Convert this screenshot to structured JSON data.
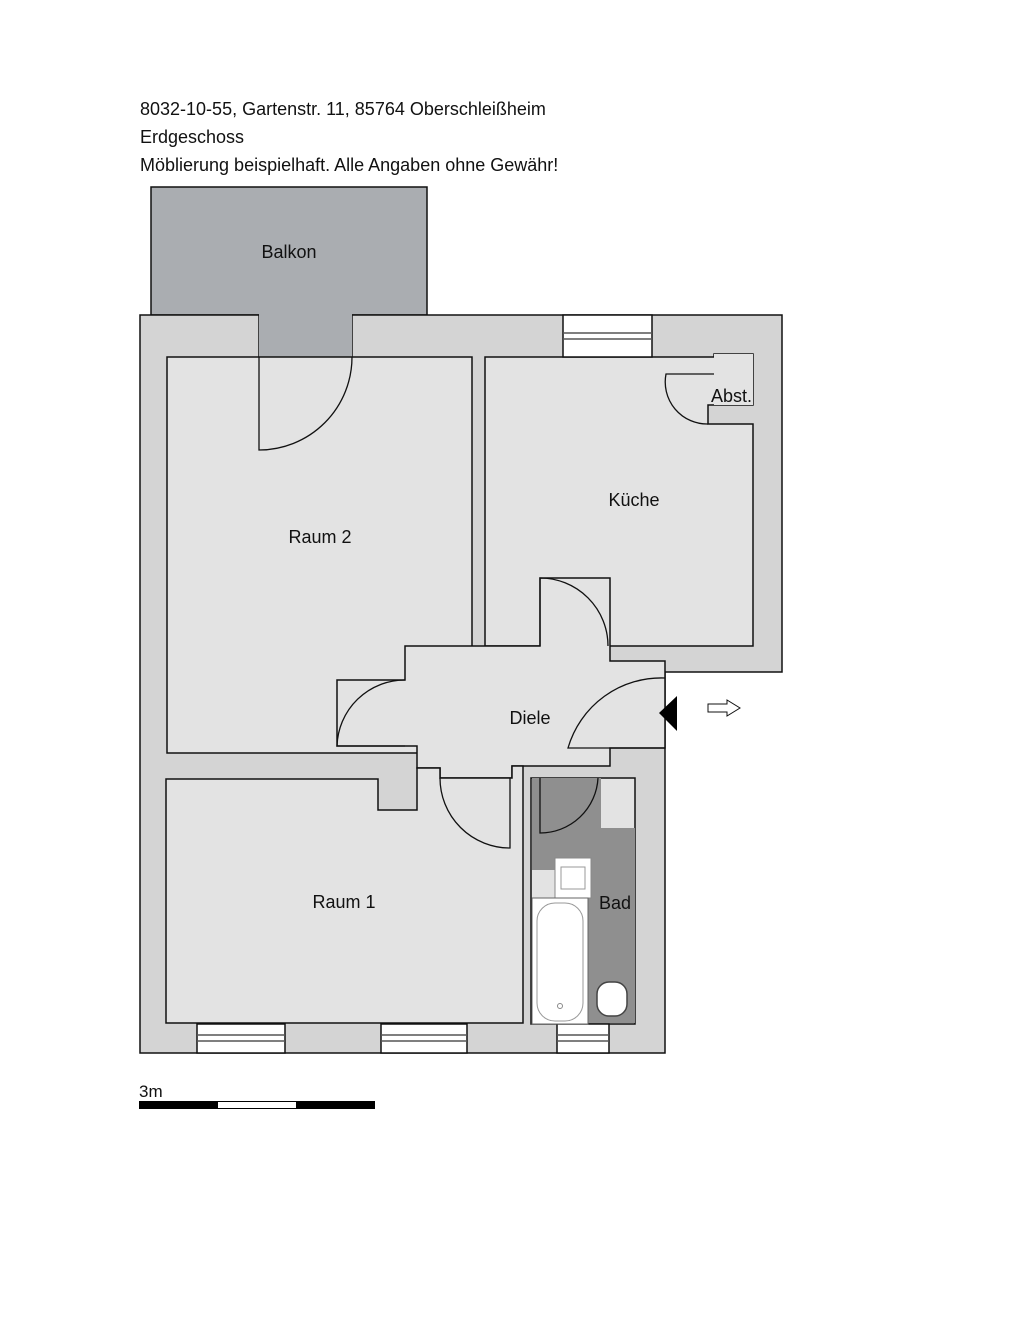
{
  "header": {
    "line1": "8032-10-55, Gartenstr. 11, 85764 Oberschleißheim",
    "line2": "Erdgeschoss",
    "line3": "Möblierung beispielhaft. Alle Angaben ohne Gewähr!"
  },
  "rooms": {
    "balkon": "Balkon",
    "raum2": "Raum 2",
    "kueche": "Küche",
    "abst": "Abst.",
    "diele": "Diele",
    "raum1": "Raum 1",
    "bad": "Bad"
  },
  "scale": {
    "label": "3m"
  },
  "colors": {
    "wall": "#d4d4d4",
    "room": "#e3e3e3",
    "balcony": "#aaadb1",
    "bath_floor": "#8f8f8f",
    "line": "#111111"
  },
  "icons": {
    "entrance": "entrance-triangle-icon",
    "direction": "arrow-right-outline-icon"
  }
}
